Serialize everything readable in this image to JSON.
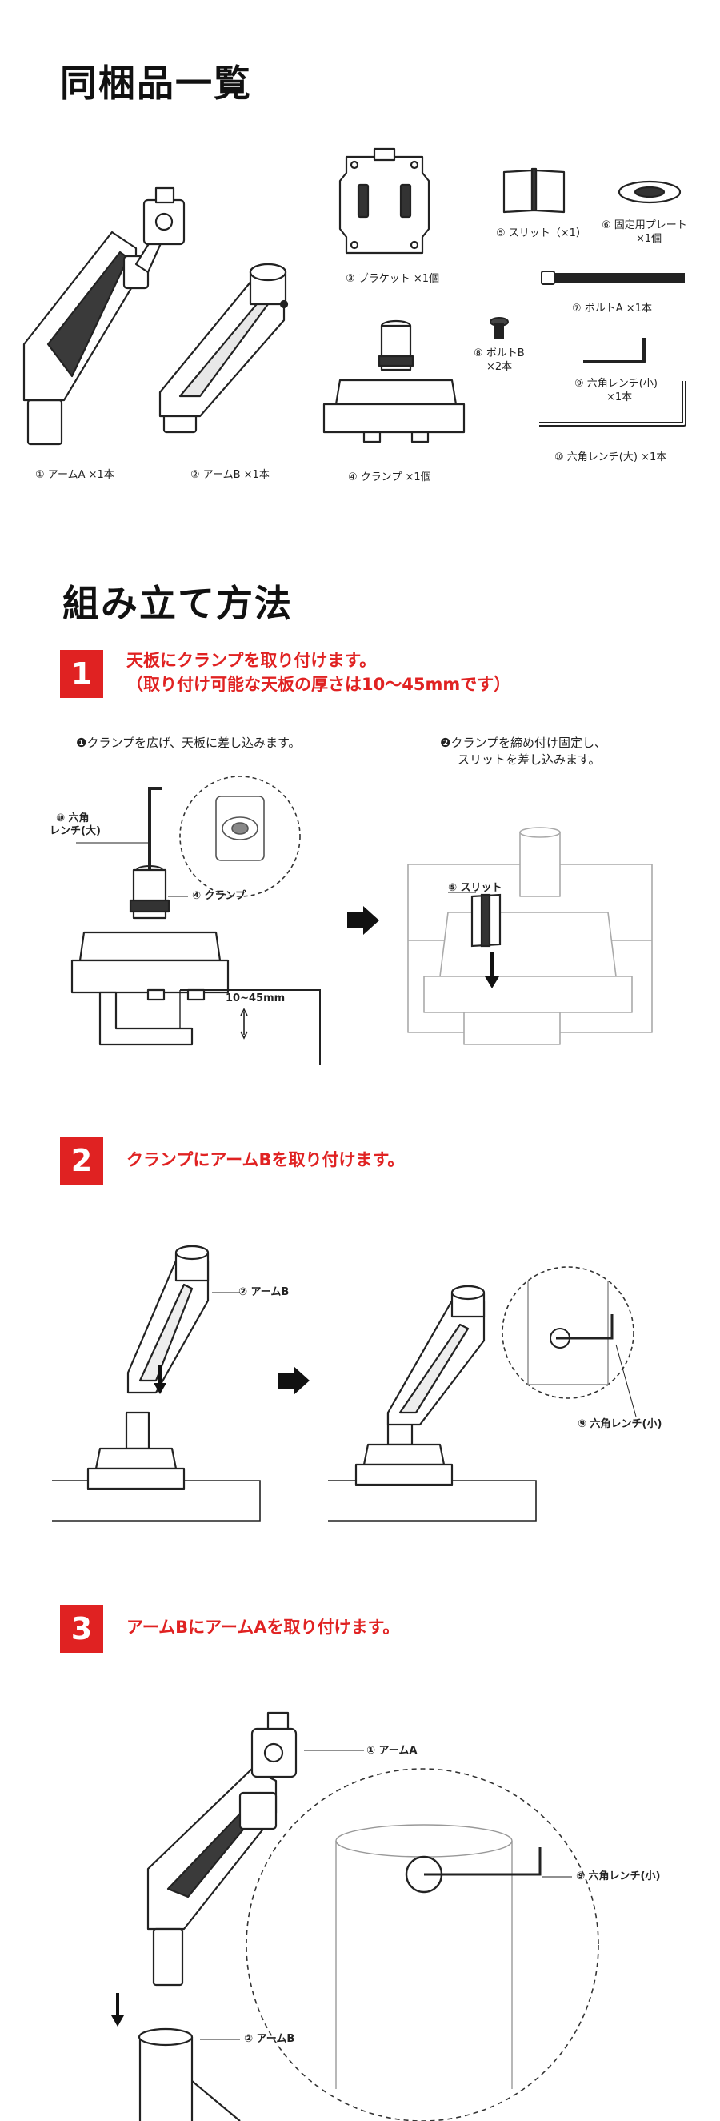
{
  "contents": {
    "title": "同梱品一覧",
    "parts": [
      {
        "label": "① アームA ×1本"
      },
      {
        "label": "② アームB ×1本"
      },
      {
        "label": "③ ブラケット ×1個"
      },
      {
        "label": "④ クランプ ×1個"
      },
      {
        "label": "⑤ スリット（×1）"
      },
      {
        "label_line1": "⑥ 固定用プレート",
        "label_line2": "×1個"
      },
      {
        "label": "⑦ ボルトA ×1本"
      },
      {
        "label_line1": "⑧ ボルトB",
        "label_line2": "×2本"
      },
      {
        "label_line1": "⑨ 六角レンチ(小)",
        "label_line2": "×1本"
      },
      {
        "label": "⑩ 六角レンチ(大) ×1本"
      }
    ]
  },
  "assembly": {
    "title": "組み立て方法",
    "steps": [
      {
        "number": "1",
        "title_line1": "天板にクランプを取り付けます。",
        "title_line2": "（取り付け可能な天板の厚さは10〜45mmです）",
        "note_a": "❶クランプを広げ、天板に差し込みます。",
        "note_b_line1": "❷クランプを締め付け固定し、",
        "note_b_line2": "スリットを差し込みます。",
        "callout_wrench_line1": "⑩ 六角",
        "callout_wrench_line2": "レンチ(大)",
        "callout_clamp": "④ クランプ",
        "thickness": "10~45mm",
        "callout_slit": "⑤ スリット"
      },
      {
        "number": "2",
        "title_line1": "クランプにアームBを取り付けます。",
        "callout_arm_b": "② アームB",
        "callout_wrench": "⑨ 六角レンチ(小)"
      },
      {
        "number": "3",
        "title_line1": "アームBにアームAを取り付けます。",
        "callout_arm_a": "① アームA",
        "callout_wrench": "⑨ 六角レンチ(小)",
        "callout_arm_b": "② アームB"
      }
    ]
  },
  "colors": {
    "accent": "#e02222",
    "text": "#111111",
    "line": "#222222"
  }
}
